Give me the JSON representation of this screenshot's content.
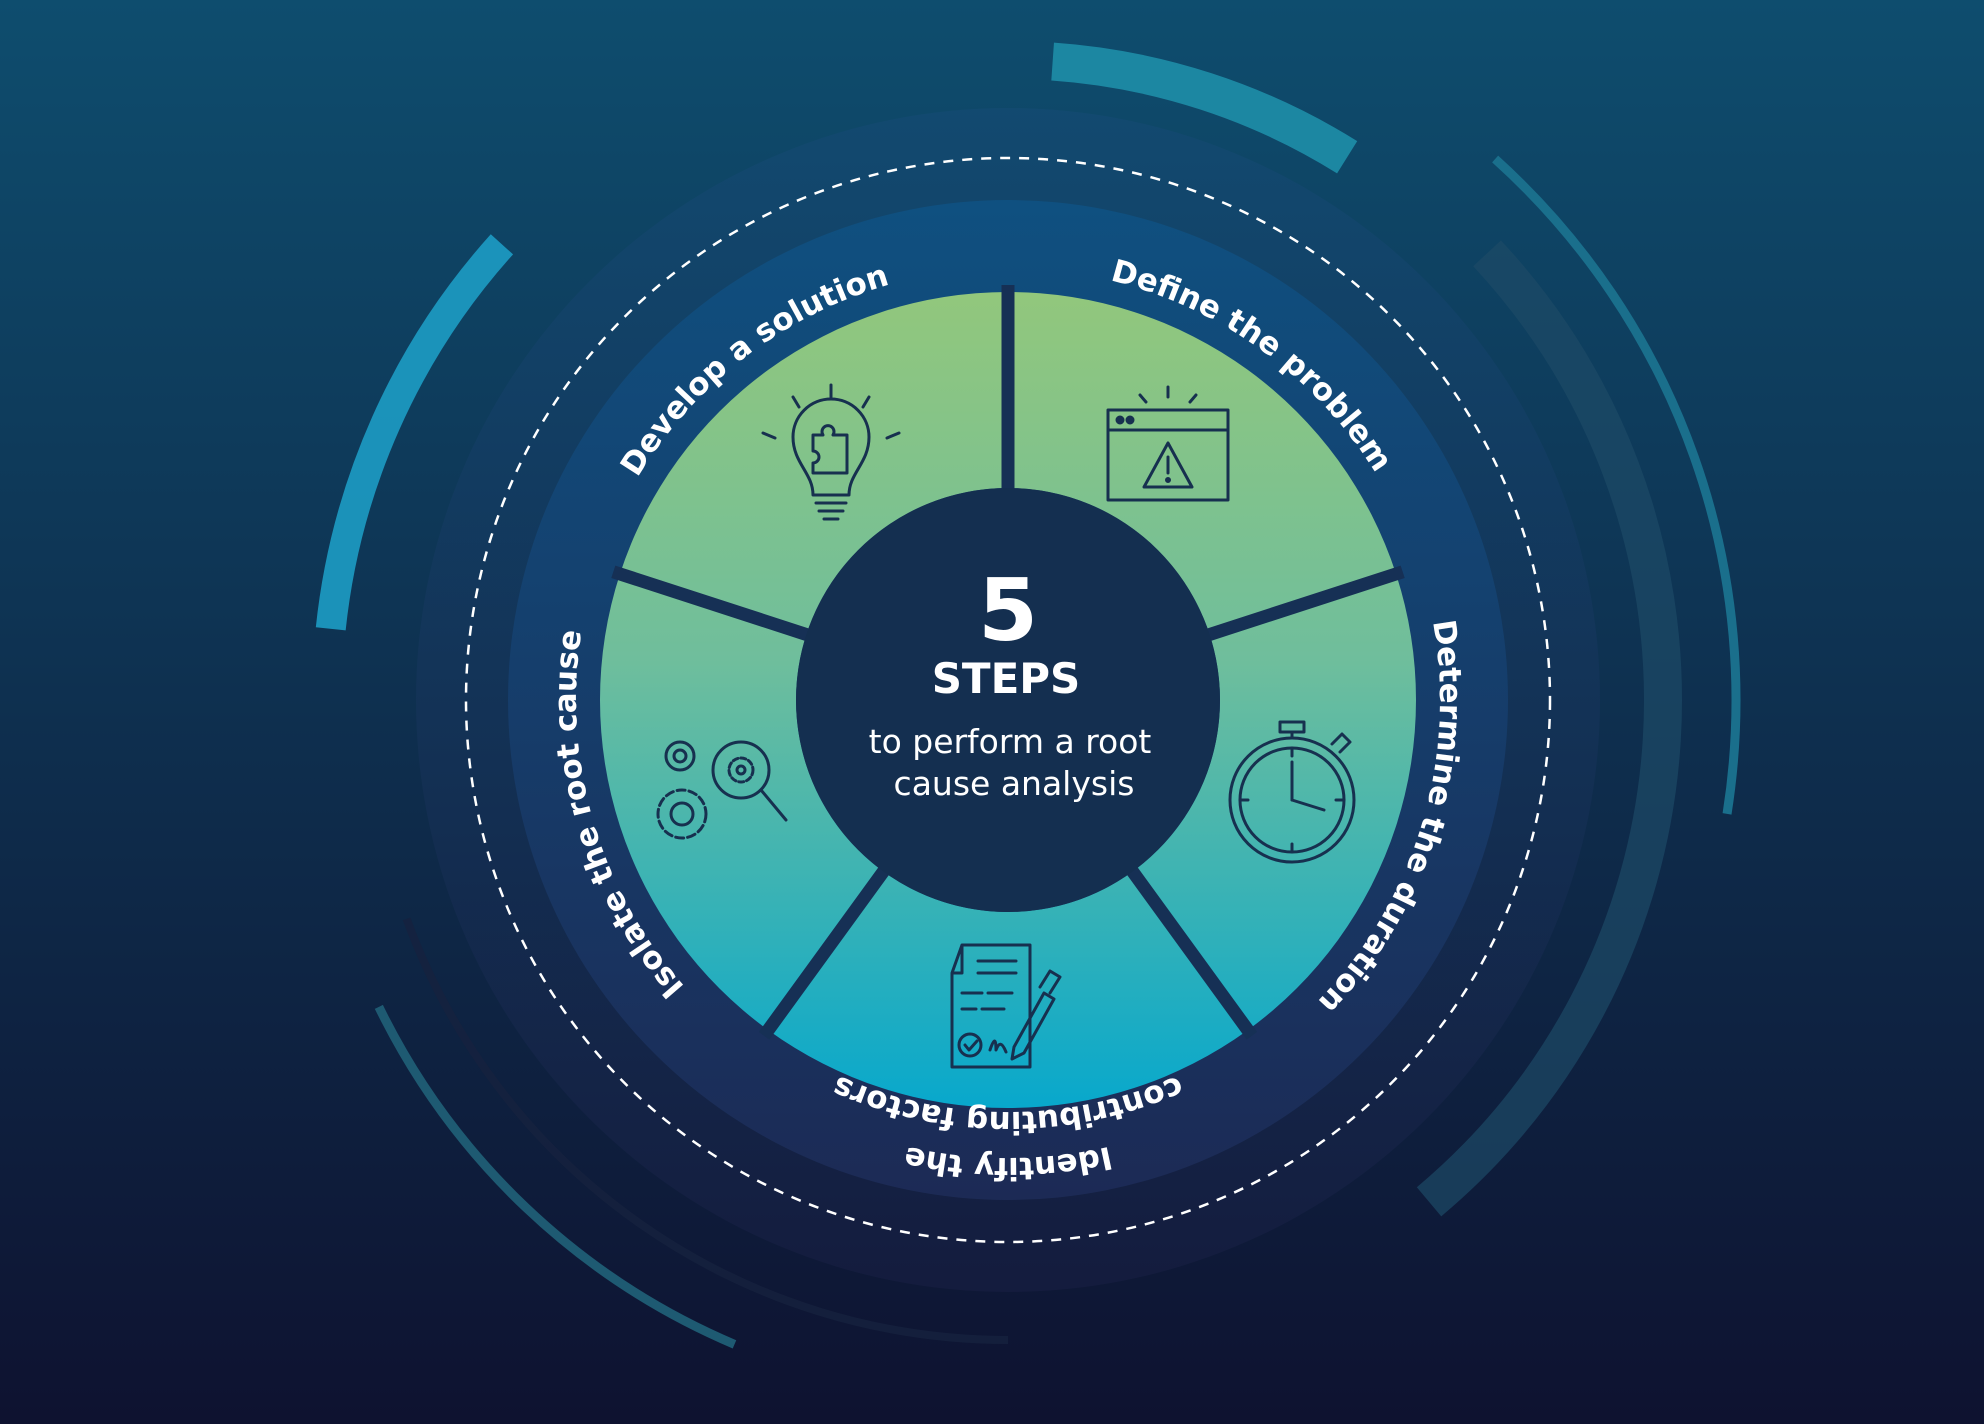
{
  "center": {
    "number": "5",
    "heading": "STEPS",
    "subtitle_line1": "to perform a root",
    "subtitle_line2": "cause analysis"
  },
  "steps": [
    {
      "label": "Define the problem",
      "icon": "browser-warning-icon"
    },
    {
      "label": "Determine the duration",
      "icon": "stopwatch-icon"
    },
    {
      "label_line1": "Identify the",
      "label_line2": "contributing factors",
      "icon": "signed-document-icon"
    },
    {
      "label": "Isolate the root cause",
      "icon": "gears-magnifier-icon"
    },
    {
      "label": "Develop a solution",
      "icon": "lightbulb-puzzle-icon"
    }
  ],
  "colors": {
    "background_top": "#0e4d6e",
    "background_bottom": "#0e1230",
    "segment_top": "#90c77d",
    "segment_bottom": "#08a9cc",
    "center_circle": "#142f50"
  }
}
